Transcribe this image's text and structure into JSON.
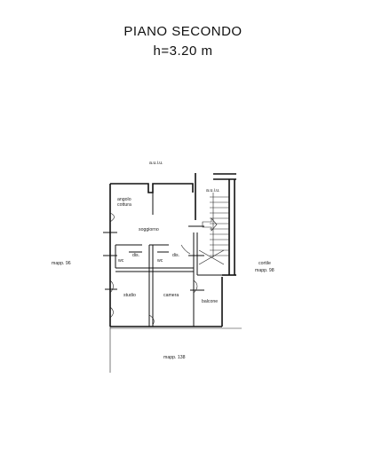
{
  "header": {
    "title": "PIANO SECONDO",
    "height": "h=3.20 m"
  },
  "labels": {
    "auiu_top": "a.u.i.u.",
    "auiu_stair": "a.u.i.u.",
    "angolo_1": "angolo",
    "angolo_2": "cottura",
    "soggiorno": "soggiorno",
    "dis_left": "dis.",
    "dis_right": "dis.",
    "wc_left": "wc",
    "wc_right": "wc",
    "studio": "studio",
    "camera": "camera",
    "balcone": "balcone",
    "mapp_96": "mapp. 96",
    "cortile": "cortile",
    "mapp_98": "mapp. 98",
    "mapp_138": "mapp. 138"
  }
}
